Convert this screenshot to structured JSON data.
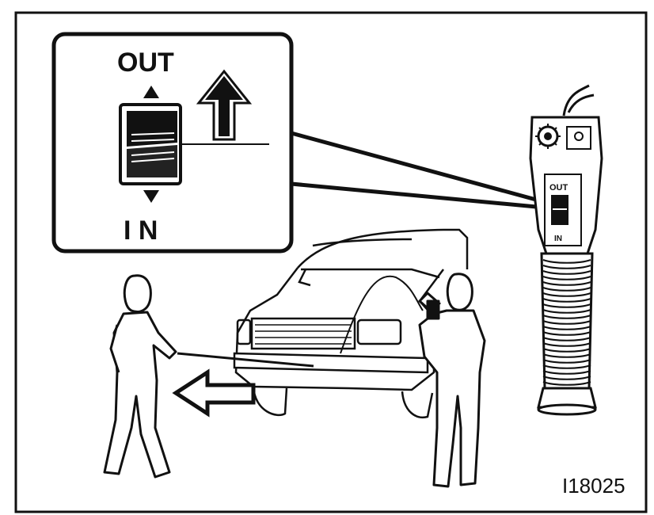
{
  "inset": {
    "top_label": "OUT",
    "bottom_label": "I N"
  },
  "remote": {
    "small_out_label": "OUT",
    "small_in_label": "IN"
  },
  "figure_id": "I18025",
  "colors": {
    "ink": "#111111",
    "paper": "#ffffff"
  },
  "icons": [
    "up-arrow-icon",
    "left-arrow-icon",
    "gear-icon",
    "rocker-switch-icon"
  ]
}
